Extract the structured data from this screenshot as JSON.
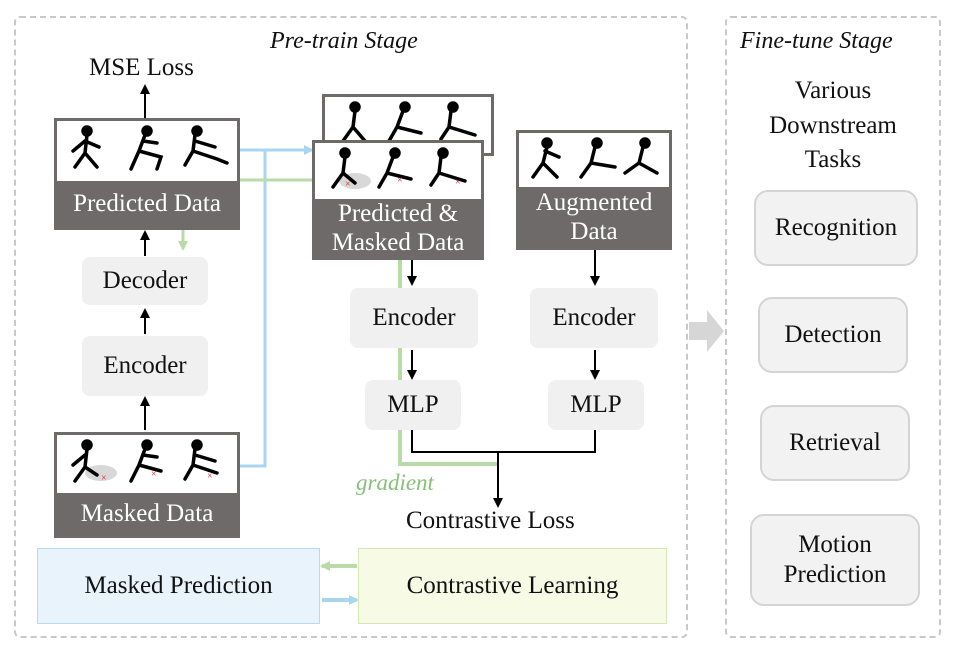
{
  "pretrain": {
    "title": "Pre-train Stage",
    "mse_loss": "MSE Loss",
    "predicted_data": "Predicted Data",
    "decoder": "Decoder",
    "encoder_left": "Encoder",
    "masked_data": "Masked Data",
    "predicted_masked_data": "Predicted & Masked Data",
    "augmented_data": "Augmented Data",
    "encoder_mid": "Encoder",
    "encoder_right": "Encoder",
    "mlp_mid": "MLP",
    "mlp_right": "MLP",
    "gradient": "gradient",
    "contrastive_loss": "Contrastive Loss",
    "masked_prediction": "Masked Prediction",
    "contrastive_learning": "Contrastive Learning"
  },
  "finetune": {
    "title": "Fine-tune Stage",
    "heading": "Various Downstream Tasks",
    "tasks": [
      "Recognition",
      "Detection",
      "Retrieval",
      "Motion Prediction"
    ]
  },
  "colors": {
    "dark_bar": "#6e6a69",
    "green_line": "#b8dca8",
    "blue_line": "#a9d6ef",
    "masked_prediction_fill": "#e9f3fb",
    "contrastive_learning_fill": "#f7fbe6"
  }
}
